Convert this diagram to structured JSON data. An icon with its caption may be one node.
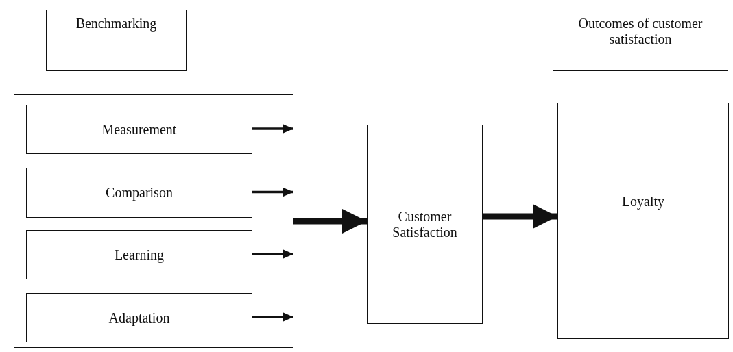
{
  "diagram": {
    "nodes": [
      {
        "text": [
          "Benchmarking"
        ]
      },
      {
        "text": [
          "Outcomes of customer satisfaction"
        ]
      },
      {
        "text": [],
        "shape": "box"
      },
      {
        "text": [
          "Measurement"
        ],
        "in": 2
      },
      {
        "text": [
          "Comparison"
        ],
        "in": 2
      },
      {
        "text": [
          "Learning"
        ],
        "in": 2
      },
      {
        "text": [
          "Adaptation"
        ],
        "in": 2
      },
      {
        "text": [
          "Customer Satisfaction"
        ]
      },
      {
        "text": [
          "Loyalty"
        ]
      }
    ],
    "edges": [
      {
        "from": 3,
        "to": 2,
        "arrow": "to"
      },
      {
        "from": 4,
        "to": 2,
        "arrow": "to"
      },
      {
        "from": 5,
        "to": 2,
        "arrow": "to"
      },
      {
        "from": 6,
        "to": 2,
        "arrow": "to"
      },
      {
        "from": 2,
        "to": 7,
        "arrow": "to",
        "style": "thick"
      },
      {
        "from": 7,
        "to": 8,
        "arrow": "to",
        "style": "thick"
      }
    ]
  }
}
